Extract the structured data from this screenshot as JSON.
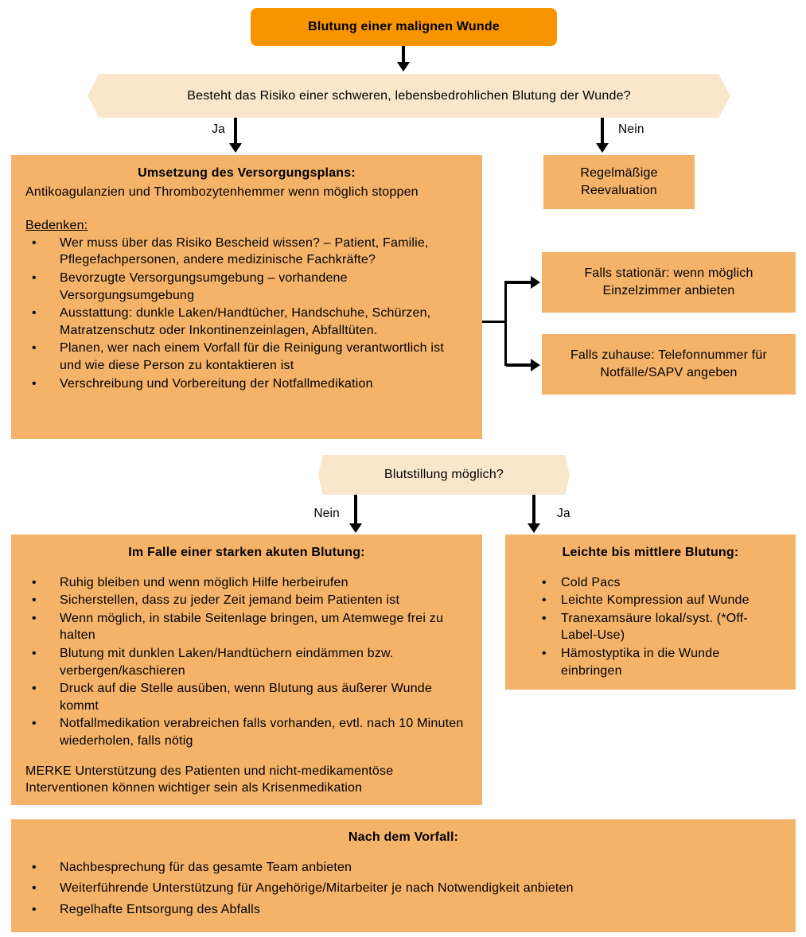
{
  "start": {
    "label": "Blutung einer malignen Wunde"
  },
  "question1": {
    "label": "Besteht das Risiko einer schweren, lebensbedrohlichen Blutung der Wunde?",
    "yes_label": "Ja",
    "no_label": "Nein"
  },
  "plan_box": {
    "title": "Umsetzung des Versorgungsplans:",
    "intro": "Antikoagulanzien und Thrombozytenhemmer wenn möglich stoppen",
    "bedenken_label": "Bedenken:",
    "bullets": [
      "Wer muss über das Risiko Bescheid wissen? –  Patient, Familie, Pflegefachpersonen, andere medizinische Fachkräfte?",
      "Bevorzugte Versorgungsumgebung –  vorhandene Versorgungsumgebung",
      "Ausstattung: dunkle Laken/Handtücher, Handschuhe, Schürzen, Matratzenschutz oder Inkontinenzeinlagen, Abfalltüten.",
      "Planen, wer nach einem Vorfall für die Reinigung verantwortlich ist und wie diese Person zu kontaktieren ist",
      "Verschreibung und Vorbereitung der Notfallmedikation"
    ]
  },
  "reevaluation_box": {
    "label": "Regelmäßige Reevaluation"
  },
  "stationaer_box": {
    "label": "Falls stationär: wenn möglich Einzelzimmer anbieten"
  },
  "zuhause_box": {
    "label": "Falls zuhause: Telefonnummer für Notfälle/SAPV angeben"
  },
  "question2": {
    "label": "Blutstillung möglich?",
    "no_label": "Nein",
    "yes_label": "Ja"
  },
  "acute_box": {
    "title": "Im Falle einer starken akuten Blutung:",
    "bullets": [
      "Ruhig bleiben und wenn möglich Hilfe herbeirufen",
      "Sicherstellen, dass zu jeder Zeit jemand beim Patienten ist",
      "Wenn möglich, in stabile Seitenlage bringen, um Atemwege frei zu halten",
      "Blutung mit dunklen Laken/Handtüchern eindämmen bzw. verbergen/kaschieren",
      "Druck auf die Stelle ausüben, wenn Blutung aus äußerer Wunde kommt",
      "Notfallmedikation verabreichen falls vorhanden, evtl. nach 10 Minuten wiederholen, falls nötig"
    ],
    "note": "MERKE Unterstützung des Patienten und nicht-medikamentöse Interventionen können wichtiger sein als Krisenmedikation"
  },
  "light_box": {
    "title": "Leichte bis mittlere Blutung:",
    "bullets": [
      "Cold Pacs",
      "Leichte Kompression auf Wunde",
      "Tranexamsäure lokal/syst. (*Off-Label-Use)",
      "Hämostyptika in die Wunde einbringen"
    ]
  },
  "aftermath_box": {
    "title": "Nach dem Vorfall:",
    "bullets": [
      "Nachbesprechung für das gesamte Team anbieten",
      "Weiterführende Unterstützung für Angehörige/Mitarbeiter je nach Notwendigkeit anbieten",
      "Regelhafte Entsorgung des Abfalls"
    ]
  },
  "colors": {
    "header_orange": "#F79400",
    "box_orange": "#F5B36A",
    "banner_cream": "#FAE7CB",
    "line_black": "#000000"
  }
}
